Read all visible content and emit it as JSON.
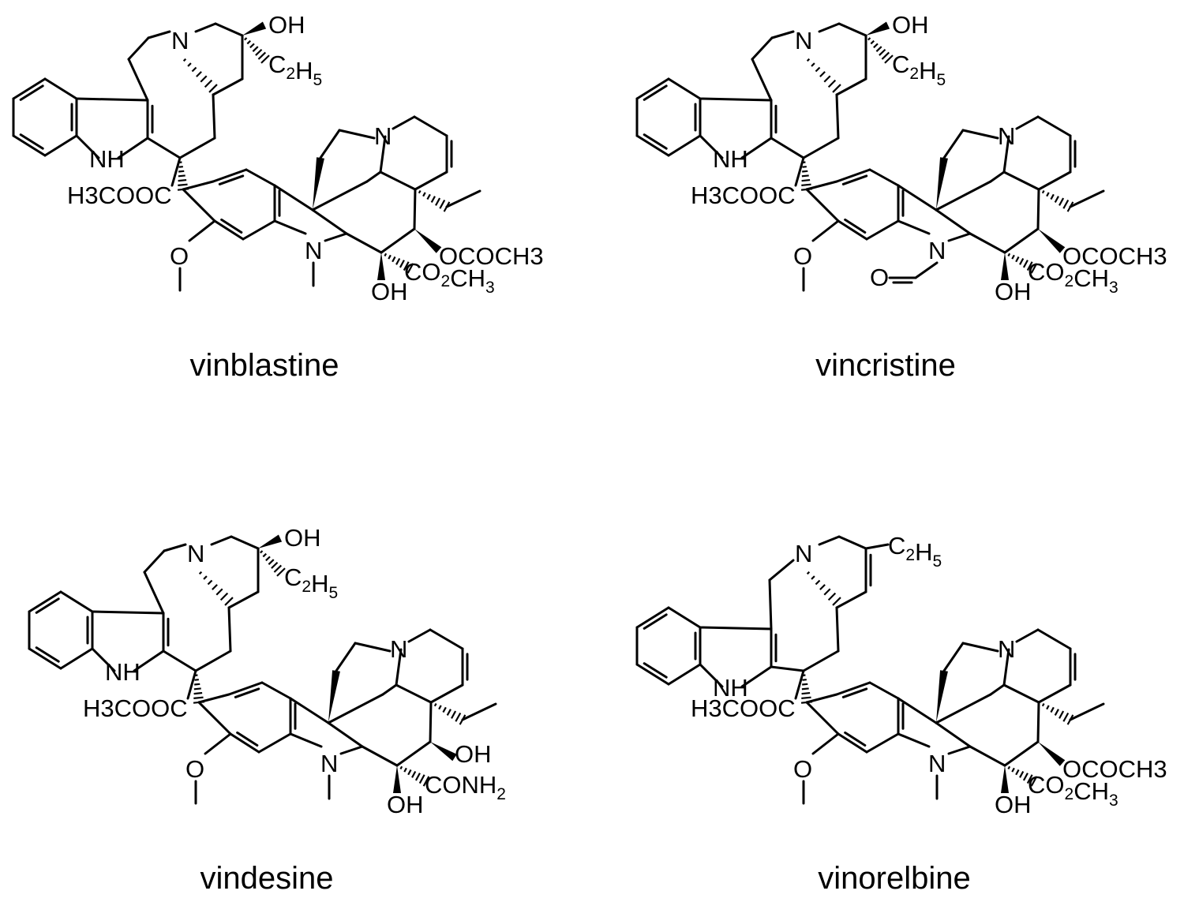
{
  "molecules": [
    {
      "name": "vinblastine",
      "labels": {
        "n_top": "N",
        "oh_top": "OH",
        "c2h5": "C2H5",
        "nh_indole": "NH",
        "coome": "H3COOC",
        "n_lower": "N",
        "n_right": "N",
        "ococh3": "OCOCH3",
        "co2ch3": "CO2CH3",
        "oh_bottom": "OH",
        "o_methoxy": "O"
      }
    },
    {
      "name": "vincristine",
      "labels": {
        "n_top": "N",
        "oh_top": "OH",
        "c2h5": "C2H5",
        "nh_indole": "NH",
        "coome": "H3COOC",
        "n_lower": "N",
        "n_right": "N",
        "ococh3": "OCOCH3",
        "co2ch3": "CO2CH3",
        "oh_bottom": "OH",
        "o_methoxy": "O",
        "o_formyl": "O"
      }
    },
    {
      "name": "vindesine",
      "labels": {
        "n_top": "N",
        "oh_top": "OH",
        "c2h5": "C2H5",
        "nh_indole": "NH",
        "coome": "H3COOC",
        "n_lower": "N",
        "n_right": "N",
        "oh_right": "OH",
        "conh2": "CONH2",
        "oh_bottom": "OH",
        "o_methoxy": "O"
      }
    },
    {
      "name": "vinorelbine",
      "labels": {
        "n_top": "N",
        "c2h5": "C2H5",
        "nh_indole": "NH",
        "coome": "H3COOC",
        "n_lower": "N",
        "n_right": "N",
        "ococh3": "OCOCH3",
        "co2ch3": "CO2CH3",
        "oh_bottom": "OH",
        "o_methoxy": "O"
      }
    }
  ]
}
